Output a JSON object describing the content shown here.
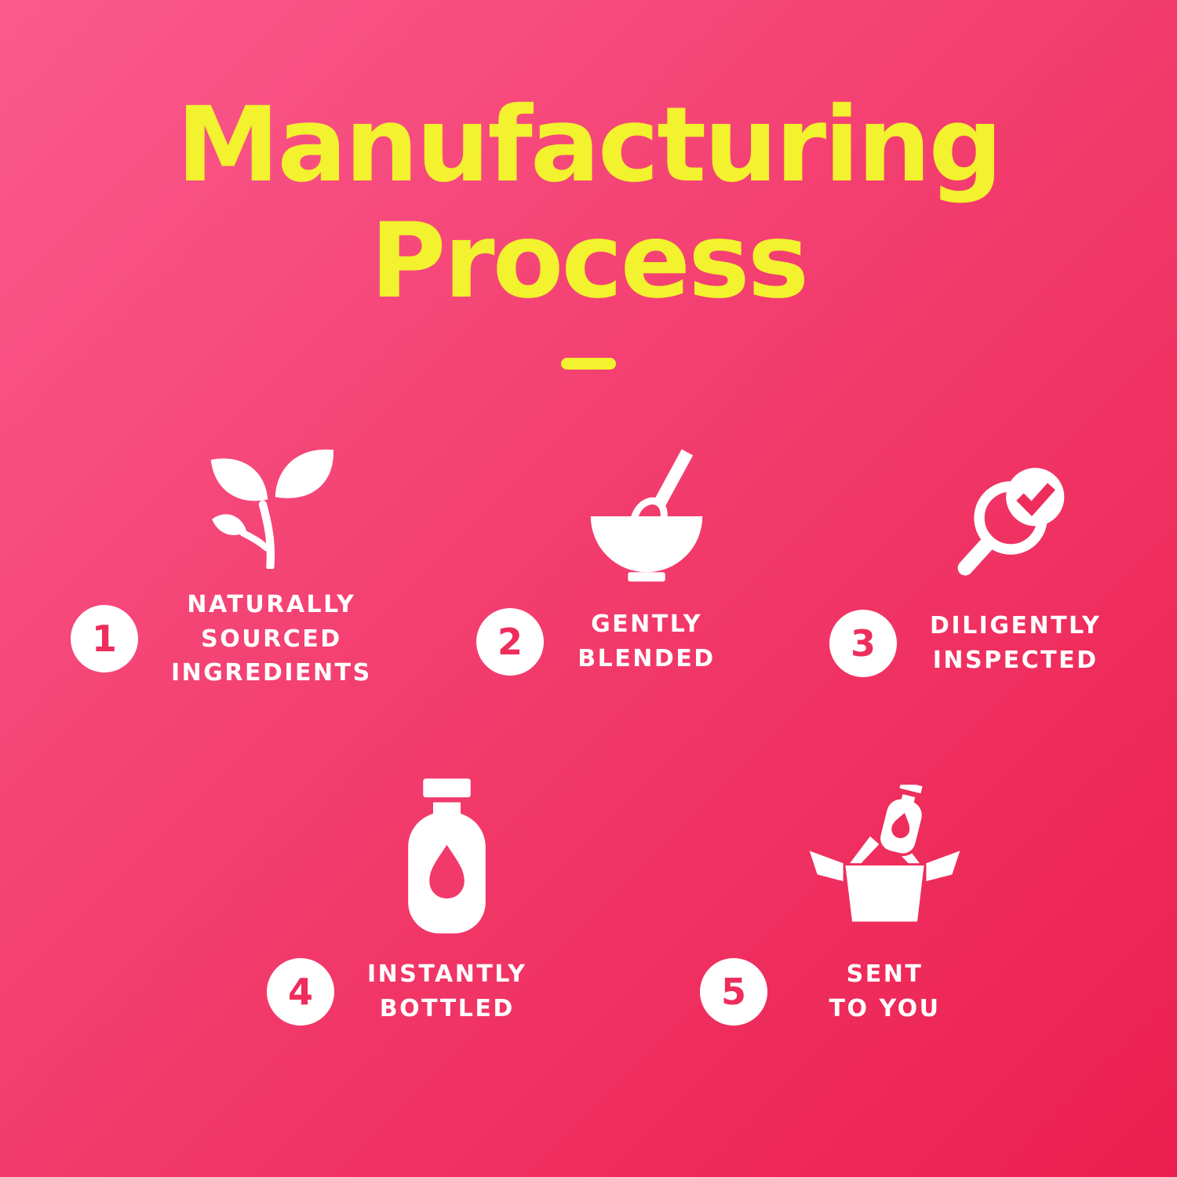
{
  "title": "Manufacturing\nProcess",
  "steps": [
    {
      "number": "1",
      "label": "NATURALLY\nSOURCED\nINGREDIENTS",
      "icon": "plant-icon"
    },
    {
      "number": "2",
      "label": "GENTLY\nBLENDED",
      "icon": "bowl-whisk-icon"
    },
    {
      "number": "3",
      "label": "DILIGENTLY\nINSPECTED",
      "icon": "magnifier-check-icon"
    },
    {
      "number": "4",
      "label": "INSTANTLY\nBOTTLED",
      "icon": "bottle-icon"
    },
    {
      "number": "5",
      "label": "SENT\nTO YOU",
      "icon": "shipping-box-icon"
    }
  ],
  "colors": {
    "background_top_left": "#fa5a8e",
    "background_bottom_right": "#eb1f4e",
    "title_yellow": "#f2f22e",
    "icon_white": "#ffffff",
    "number_pink": "#ee2d5c",
    "droplet_pink": "#f1396a"
  }
}
